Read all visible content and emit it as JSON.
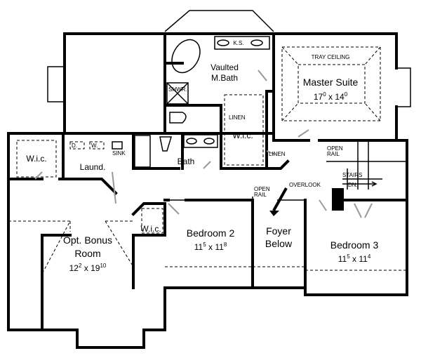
{
  "plan": {
    "rooms": {
      "master": {
        "name": "Master Suite",
        "w_ft": "17",
        "w_in": "0",
        "l_ft": "14",
        "l_in": "0"
      },
      "bed2": {
        "name": "Bedroom 2",
        "w_ft": "11",
        "w_in": "5",
        "l_ft": "11",
        "l_in": "8"
      },
      "bed3": {
        "name": "Bedroom 3",
        "w_ft": "11",
        "w_in": "5",
        "l_ft": "11",
        "l_in": "4"
      },
      "bonus": {
        "name1": "Opt. Bonus",
        "name2": "Room",
        "w_ft": "12",
        "w_in": "2",
        "l_ft": "19",
        "l_in": "10"
      },
      "foyer": {
        "name1": "Foyer",
        "name2": "Below"
      },
      "mbath": {
        "name1": "Vaulted",
        "name2": "M.Bath"
      },
      "wic_master": "W.i.c.",
      "wic_left": "W.i.c.",
      "wic_small": "W.i.c.",
      "laundry": "Laund.",
      "bath": "Bath"
    },
    "notes": {
      "tray": "TRAY CEILING",
      "ks": "K.S.",
      "shwr": "SHWR.",
      "linen1": "LINEN",
      "linen2": "LINEN",
      "open_rail1_a": "OPEN",
      "open_rail1_b": "RAIL",
      "open_rail2_a": "OPEN",
      "open_rail2_b": "RAIL",
      "stairs": "STAIRS",
      "dn": "DN.",
      "overlook": "OVERLOOK",
      "dryer": "D.",
      "washer": "W.",
      "sink": "SINK",
      "x": "x"
    }
  }
}
